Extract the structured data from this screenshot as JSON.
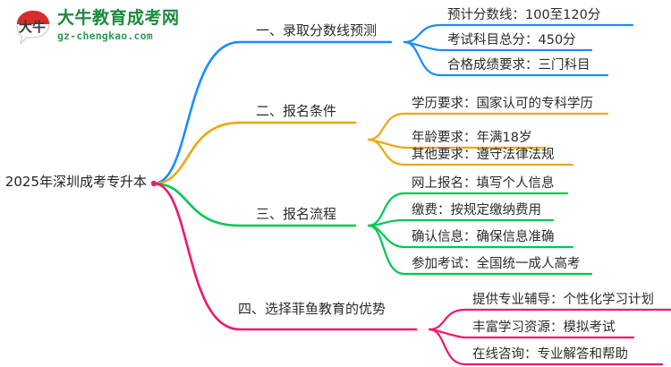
{
  "logo": {
    "mark_icon": "speech-bubble-daniu-icon",
    "mark_char": "大牛",
    "title": "大牛教育成考网",
    "domain": "gz-chengkao.com",
    "brand_color": "#1a8a3c",
    "mark_color": "#d92b2b"
  },
  "mindmap": {
    "root": {
      "label": "2025年深圳成考专升本"
    },
    "branches": [
      {
        "label": "一、录取分数线预测",
        "color": "#1a8cff",
        "children": [
          {
            "label": "预计分数线：100至120分"
          },
          {
            "label": "考试科目总分：450分"
          },
          {
            "label": "合格成绩要求：三门科目"
          }
        ]
      },
      {
        "label": "二、报名条件",
        "color": "#efa60d",
        "children": [
          {
            "label": "学历要求：国家认可的专科学历"
          },
          {
            "label": "年龄要求：年满18岁"
          },
          {
            "label": "其他要求：遵守法律法规"
          }
        ]
      },
      {
        "label": "三、报名流程",
        "color": "#00c853",
        "children": [
          {
            "label": "网上报名：填写个人信息"
          },
          {
            "label": "缴费：按规定缴纳费用"
          },
          {
            "label": "确认信息：确保信息准确"
          },
          {
            "label": "参加考试：全国统一成人高考"
          }
        ]
      },
      {
        "label": "四、选择菲鱼教育的优势",
        "color": "#f1166e",
        "children": [
          {
            "label": "提供专业辅导：个性化学习计划"
          },
          {
            "label": "丰富学习资源：模拟考试"
          },
          {
            "label": "在线咨询：专业解答和帮助"
          }
        ]
      }
    ]
  }
}
